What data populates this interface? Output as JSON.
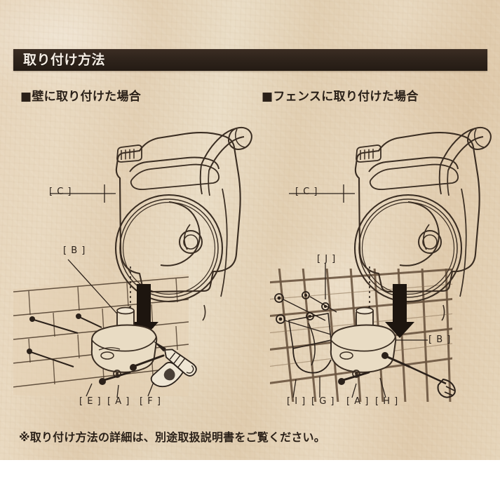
{
  "banner": {
    "title": "取り付け方法"
  },
  "sections": [
    {
      "id": "wall",
      "heading": "■壁に取り付けた場合",
      "labels": [
        {
          "key": "C",
          "text": "[ C ]"
        },
        {
          "key": "B",
          "text": "[ B ]"
        },
        {
          "key": "E",
          "text": "[ E ]"
        },
        {
          "key": "A",
          "text": "[ A ]"
        },
        {
          "key": "F",
          "text": "[ F ]"
        }
      ],
      "illustration": {
        "product": "hose-reel",
        "surface": "brick-wall",
        "tool": "power-drill",
        "arrow": "down-arrow"
      }
    },
    {
      "id": "fence",
      "heading": "■フェンスに取り付けた場合",
      "labels": [
        {
          "key": "C",
          "text": "[ C ]"
        },
        {
          "key": "J",
          "text": "[ J ]"
        },
        {
          "key": "B",
          "text": "[ B ]"
        },
        {
          "key": "I",
          "text": "[ I ]"
        },
        {
          "key": "G",
          "text": "[ G ]"
        },
        {
          "key": "A",
          "text": "[ A ]"
        },
        {
          "key": "H",
          "text": "[ H ]"
        }
      ],
      "illustration": {
        "product": "hose-reel",
        "surface": "wire-mesh-fence",
        "tool": "wrench",
        "arrow": "down-arrow"
      }
    }
  ],
  "note": "※取り付け方法の詳細は、別途取扱説明書をご覧ください。",
  "colors": {
    "paper": "#e6d4b9",
    "banner_bg": "#2e231b",
    "banner_text": "#f6efe6",
    "ink": "#2b211a",
    "line": "#3a2d22",
    "arrow": "#1d150f"
  }
}
